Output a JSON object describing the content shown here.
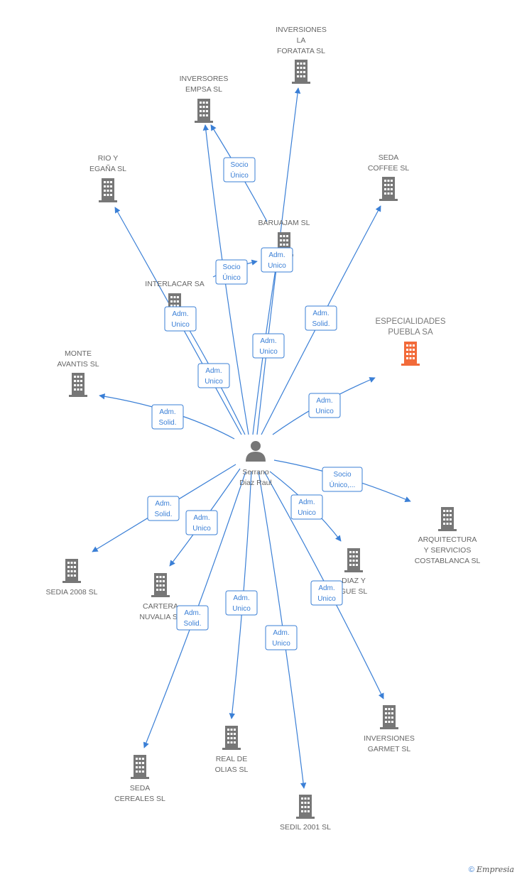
{
  "colors": {
    "edge": "#3a7fd6",
    "building": "#777777",
    "highlight": "#f26b3a",
    "person": "#777777"
  },
  "center": {
    "label_lines": [
      "Serrano",
      "Diaz Raul"
    ],
    "icon": "person-icon"
  },
  "companies": [
    {
      "id": "inversiones-la-foratata",
      "label_lines": [
        "INVERSIONES",
        "LA",
        "FORATATA SL"
      ]
    },
    {
      "id": "inversores-empsa",
      "label_lines": [
        "INVERSORES",
        "EMPSA SL"
      ]
    },
    {
      "id": "rio-y-egana",
      "label_lines": [
        "RIO Y",
        "EGAÑA SL"
      ]
    },
    {
      "id": "seda-coffee",
      "label_lines": [
        "SEDA",
        "COFFEE SL"
      ]
    },
    {
      "id": "baruajam",
      "label_lines": [
        "BARUAJAM SL"
      ]
    },
    {
      "id": "interlacar",
      "label_lines": [
        "INTERLACAR SA"
      ]
    },
    {
      "id": "especialidades-puebla",
      "label_lines": [
        "ESPECIALIDADES",
        "PUEBLA SA"
      ],
      "highlight": true
    },
    {
      "id": "monte-avantis",
      "label_lines": [
        "MONTE",
        "AVANTIS SL"
      ]
    },
    {
      "id": "arquitectura",
      "label_lines": [
        "ARQUITECTURA",
        "Y SERVICIOS",
        "COSTABLANCA SL"
      ]
    },
    {
      "id": "sedia-2008",
      "label_lines": [
        "SEDIA 2008 SL"
      ]
    },
    {
      "id": "cartera-nuvalia",
      "label_lines": [
        "CARTERA",
        "NUVALIA SL"
      ]
    },
    {
      "id": "diaz-y-gue",
      "label_lines": [
        "DIAZ Y",
        "GUE SL"
      ]
    },
    {
      "id": "inversiones-garmet",
      "label_lines": [
        "INVERSIONES",
        "GARMET SL"
      ]
    },
    {
      "id": "seda-cereales",
      "label_lines": [
        "SEDA",
        "CEREALES SL"
      ]
    },
    {
      "id": "real-de-olias",
      "label_lines": [
        "REAL DE",
        "OLIAS SL"
      ]
    },
    {
      "id": "sedil-2001",
      "label_lines": [
        "SEDIL 2001 SL"
      ]
    }
  ],
  "edge_labels": [
    {
      "id": "e-empsa",
      "lines": [
        "Socio",
        "Único"
      ]
    },
    {
      "id": "e-baruajam-socio",
      "lines": [
        "Socio",
        "Único"
      ]
    },
    {
      "id": "e-baruajam-adm",
      "lines": [
        "Adm.",
        "Unico"
      ]
    },
    {
      "id": "e-foratata",
      "lines": [
        "Adm.",
        "Unico"
      ]
    },
    {
      "id": "e-rio",
      "lines": [
        "Adm.",
        "Unico"
      ]
    },
    {
      "id": "e-interlacar",
      "lines": [
        "Adm.",
        "Unico"
      ]
    },
    {
      "id": "e-seda-coffee",
      "lines": [
        "Adm.",
        "Solid."
      ]
    },
    {
      "id": "e-especialidades",
      "lines": [
        "Adm.",
        "Unico"
      ]
    },
    {
      "id": "e-monte",
      "lines": [
        "Adm.",
        "Solid."
      ]
    },
    {
      "id": "e-arquitectura",
      "lines": [
        "Socio",
        "Único,..."
      ]
    },
    {
      "id": "e-sedia",
      "lines": [
        "Adm.",
        "Solid."
      ]
    },
    {
      "id": "e-cartera",
      "lines": [
        "Adm.",
        "Unico"
      ]
    },
    {
      "id": "e-diaz",
      "lines": [
        "Adm.",
        "Unico"
      ]
    },
    {
      "id": "e-garmet",
      "lines": [
        "Adm.",
        "Unico"
      ]
    },
    {
      "id": "e-cereales",
      "lines": [
        "Adm.",
        "Solid."
      ]
    },
    {
      "id": "e-olias",
      "lines": [
        "Adm.",
        "Unico"
      ]
    },
    {
      "id": "e-sedil",
      "lines": [
        "Adm.",
        "Unico"
      ]
    }
  ],
  "credit": {
    "symbol": "©",
    "brand": "Empresia"
  }
}
